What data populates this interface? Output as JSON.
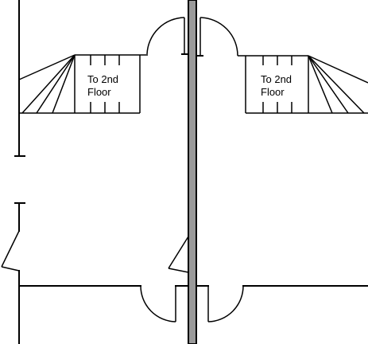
{
  "floor_plan": {
    "stairs": [
      {
        "label_line1": "To 2nd",
        "label_line2": "Floor"
      },
      {
        "label_line1": "To 2nd",
        "label_line2": "Floor"
      }
    ],
    "colors": {
      "line": "#000000",
      "party_wall_fill": "#9a9a9a",
      "background": "#ffffff"
    }
  }
}
